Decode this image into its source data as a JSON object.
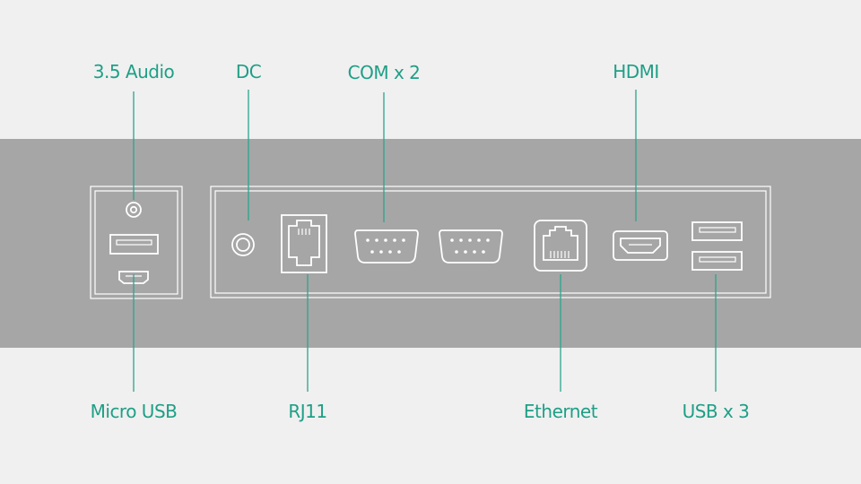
{
  "colors": {
    "background": "#f0f0f0",
    "band": "#a6a6a6",
    "outline": "#ffffff",
    "accent": "#1e9f86"
  },
  "labels": {
    "audio": "3.5 Audio",
    "dc": "DC",
    "com": "COM x 2",
    "hdmi": "HDMI",
    "micro_usb": "Micro USB",
    "rj11": "RJ11",
    "ethernet": "Ethernet",
    "usb": "USB x 3"
  }
}
